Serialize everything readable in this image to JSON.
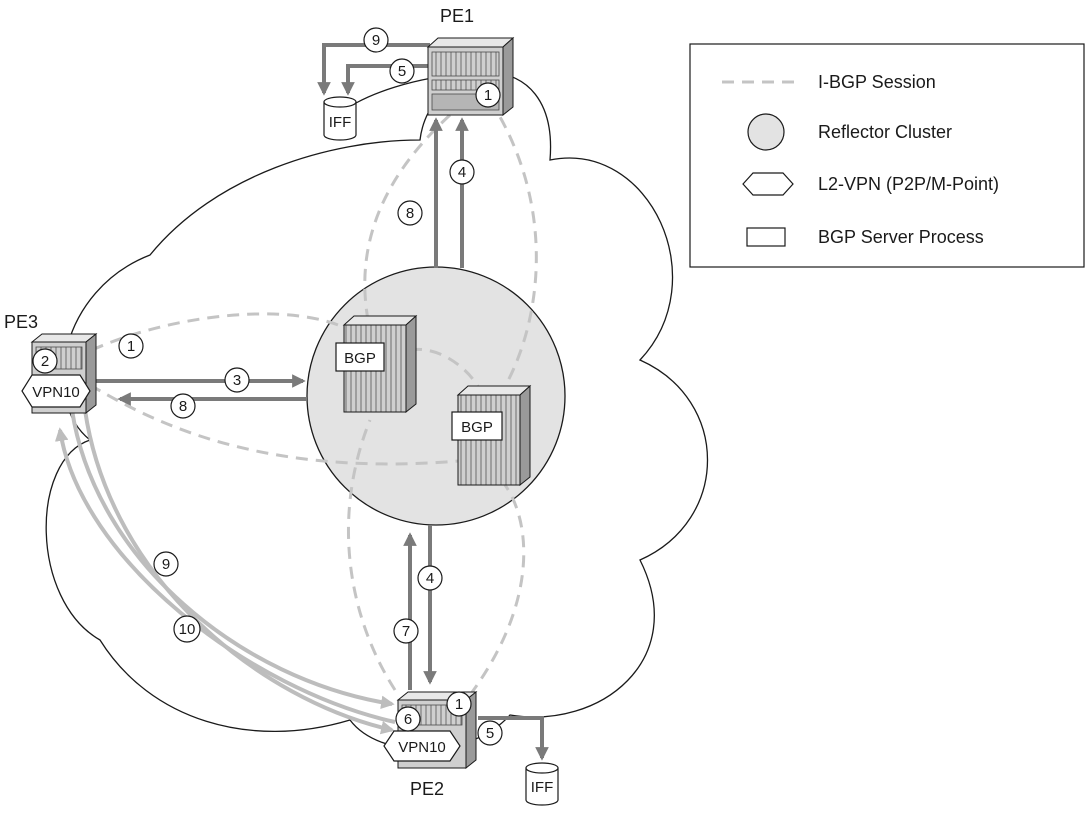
{
  "nodes": {
    "pe1": {
      "label": "PE1",
      "step": "1"
    },
    "pe2": {
      "label": "PE2",
      "step": "1",
      "vpn_step": "6",
      "vpn_label": "VPN10"
    },
    "pe3": {
      "label": "PE3",
      "step": "1",
      "vpn_step": "2",
      "vpn_label": "VPN10"
    },
    "bgp1": {
      "label": "BGP"
    },
    "bgp2": {
      "label": "BGP"
    }
  },
  "databases": [
    {
      "id": "iff-pe1",
      "label": "IFF"
    },
    {
      "id": "iff-pe2",
      "label": "IFF"
    }
  ],
  "steps": {
    "pe1_out_9": "9",
    "pe1_out_5": "5",
    "pe1_up_8": "8",
    "pe1_down_4": "4",
    "pe3_right_3": "3",
    "pe3_left_8": "8",
    "pe2_down_4": "4",
    "pe2_up_7": "7",
    "pe2_out_5": "5",
    "pe3_pe2_9": "9",
    "pe3_pe2_10": "10"
  },
  "legend": {
    "items": [
      {
        "key": "ibgp",
        "label": "I-BGP Session"
      },
      {
        "key": "cluster",
        "label": "Reflector Cluster"
      },
      {
        "key": "l2vpn",
        "label": "L2-VPN (P2P/M-Point)"
      },
      {
        "key": "server",
        "label": "BGP Server Process"
      }
    ]
  },
  "colors": {
    "arrow_dark": "#7a7a7a",
    "arrow_light": "#bdbdbd",
    "session_dash": "#c4c4c4",
    "cluster_fill": "#e3e3e3",
    "router_fill": "#cfcfcf"
  }
}
